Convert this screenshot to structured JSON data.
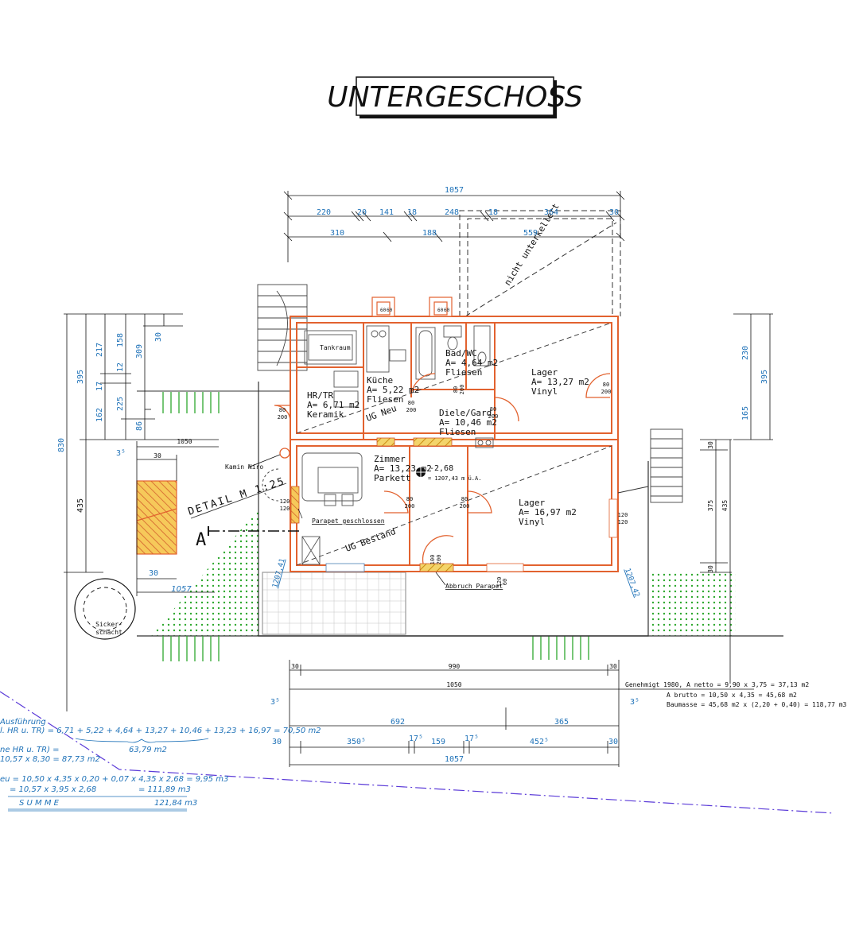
{
  "title": "UNTERGESCHOSS",
  "colors": {
    "wall": "#e2622f",
    "dim_blue": "#1f72b8",
    "grass": "#2ea82e",
    "line": "#111111",
    "boundary": "#5b3bd8",
    "hatch": "#e6b42a"
  },
  "rooms": {
    "tankraum": "Tankraum",
    "hrtr": [
      "HR/TR",
      "A= 6,71 m2",
      "Keramik"
    ],
    "kueche": [
      "Küche",
      "A= 5,22 m2",
      "Fliesen"
    ],
    "badwc": [
      "Bad/WC",
      "A= 4,64 m2",
      "Fliesen"
    ],
    "lager1": [
      "Lager",
      "A= 13,27 m2",
      "Vinyl"
    ],
    "diele": [
      "Diele/Gard.",
      "A= 10,46 m2",
      "Fliesen"
    ],
    "zimmer": [
      "Zimmer",
      "A= 13,23 m2",
      "Parkett"
    ],
    "lager2": [
      "Lager",
      "A= 16,97 m2",
      "Vinyl"
    ]
  },
  "labels": {
    "nicht_unterkellert": "nicht unterkellert",
    "ug_neu": "UG Neu",
    "ug_bestand": "UG Bestand",
    "kamin": "Kamin Niro",
    "parapet": "Parapet geschlossen",
    "abbruch": "Abbruch Parapet",
    "detail": "DETAIL M 1:25",
    "section": "A",
    "sicker1": "Sicker-",
    "sicker2": "schacht",
    "level": "-2,68",
    "level_abs": "= 1207,43 m ü.A.",
    "elev1": "1207,41",
    "elev2": "1207,42"
  },
  "doors": {
    "d80_200": [
      "80",
      "200"
    ],
    "d120_120": [
      "120",
      "120"
    ],
    "d100_200": [
      "100",
      "200"
    ],
    "d60_60": [
      "60",
      "60"
    ],
    "d120_60": [
      "120",
      "60"
    ]
  },
  "dims": {
    "top_total": "1057",
    "top_row1": [
      "220",
      "20",
      "141",
      "18",
      "248",
      "18",
      "364",
      "30"
    ],
    "top_row2": [
      "310",
      "188",
      "559"
    ],
    "left_outer": "830",
    "left_a": [
      "395",
      "435"
    ],
    "left_b": [
      "217",
      "17",
      "162"
    ],
    "left_c": [
      "158",
      "12",
      "225",
      "86"
    ],
    "left_d": [
      "309",
      "30"
    ],
    "detail_top": "1050",
    "detail_35": "3⁵",
    "detail_30": "30",
    "detail_30b": "30",
    "detail_1057": "1057",
    "right_a": [
      "230",
      "165",
      "395"
    ],
    "right_b": [
      "30",
      "375",
      "435",
      "30"
    ],
    "bottom_row1": [
      "30",
      "990",
      "30"
    ],
    "bottom_row2": "1050",
    "bottom_35l": "3⁵",
    "bottom_35r": "3⁵",
    "bottom_row3": [
      "692",
      "365"
    ],
    "bottom_row4": [
      "30",
      "350⁵",
      "17⁵",
      "159",
      "17⁵",
      "452⁵",
      "30"
    ],
    "bottom_total": "1057"
  },
  "notes": {
    "genehmigt": "Genehmigt 1980, A netto = 9,90 x 3,75 = 37,13 m2",
    "brutto": "A brutto = 10,50 x 4,35 = 45,68 m2",
    "baumasse": "Baumasse = 45,68 m2 x (2,20 + 0,40) = 118,77 m3"
  },
  "calc": {
    "line1": "Ausführung",
    "line2": "l. HR u. TR) = 6,71 + 5,22 + 4,64 + 13,27 + 10,46 + 13,23 + 16,97 = 70,50 m2",
    "line3": "63,79 m2",
    "line4": "ne HR u. TR) =",
    "line5": "10,57 x 8,30 = 87,73 m2",
    "line6": "eu = 10,50 x 4,35 x 0,20 + 0,07 x 4,35 x 2,68 = 9,95 m3",
    "line7": "= 10,57 x 3,95 x 2,68",
    "line7b": "= 111,89 m3",
    "summe": "S U M M E",
    "summe_val": "121,84 m3"
  }
}
